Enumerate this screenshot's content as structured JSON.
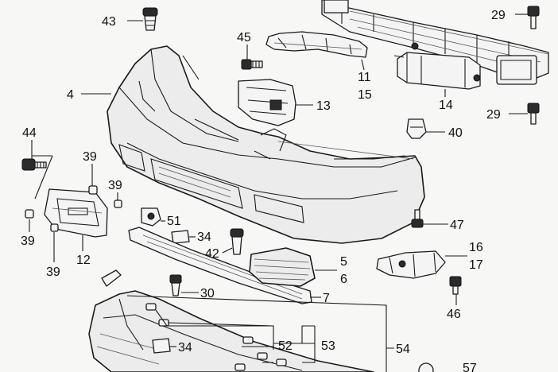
{
  "diagram": {
    "callouts": [
      {
        "id": "c43",
        "label": "43"
      },
      {
        "id": "c45",
        "label": "45"
      },
      {
        "id": "c29a",
        "label": "29"
      },
      {
        "id": "c29b",
        "label": "29"
      },
      {
        "id": "c11",
        "label": "11"
      },
      {
        "id": "c15",
        "label": "15"
      },
      {
        "id": "c14",
        "label": "14"
      },
      {
        "id": "c4",
        "label": "4"
      },
      {
        "id": "c13",
        "label": "13"
      },
      {
        "id": "c40",
        "label": "40"
      },
      {
        "id": "c44",
        "label": "44"
      },
      {
        "id": "c39a",
        "label": "39"
      },
      {
        "id": "c39b",
        "label": "39"
      },
      {
        "id": "c39c",
        "label": "39"
      },
      {
        "id": "c39d",
        "label": "39"
      },
      {
        "id": "c51",
        "label": "51"
      },
      {
        "id": "c34a",
        "label": "34"
      },
      {
        "id": "c47",
        "label": "47"
      },
      {
        "id": "c12",
        "label": "12"
      },
      {
        "id": "c42",
        "label": "42"
      },
      {
        "id": "c16",
        "label": "16"
      },
      {
        "id": "c17",
        "label": "17"
      },
      {
        "id": "c5",
        "label": "5"
      },
      {
        "id": "c6",
        "label": "6"
      },
      {
        "id": "c30",
        "label": "30"
      },
      {
        "id": "c7",
        "label": "7"
      },
      {
        "id": "c46",
        "label": "46"
      },
      {
        "id": "c34b",
        "label": "34"
      },
      {
        "id": "c52",
        "label": "52"
      },
      {
        "id": "c53",
        "label": "53"
      },
      {
        "id": "c54",
        "label": "54"
      },
      {
        "id": "c57",
        "label": "57"
      }
    ]
  }
}
